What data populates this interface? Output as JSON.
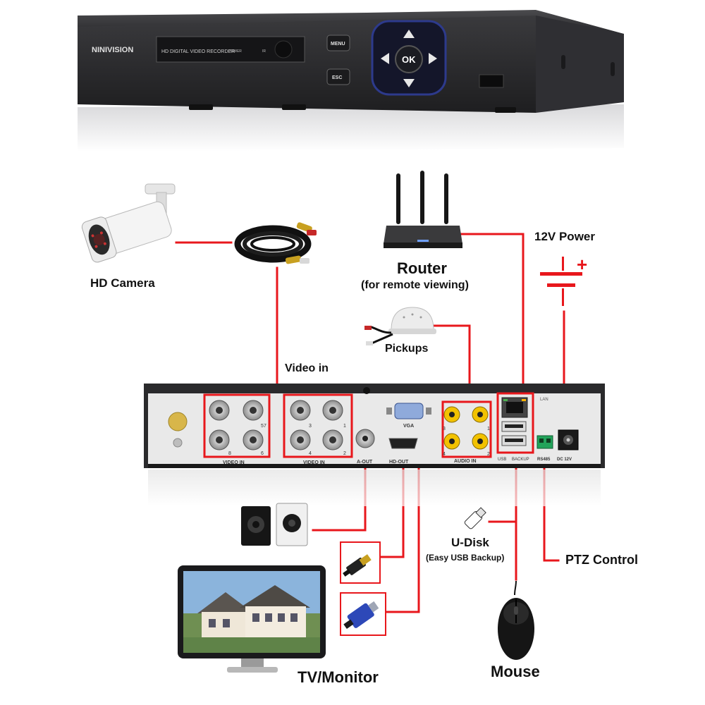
{
  "dvr_front": {
    "brand": "NINIVISION",
    "panel_text": "HD DIGITAL VIDEO RECORDER",
    "power_text": "POWER",
    "ir_text": "IR",
    "menu_label": "MENU",
    "esc_label": "ESC",
    "ok_label": "OK"
  },
  "labels": {
    "hd_camera": "HD Camera",
    "router_title": "Router",
    "router_sub": "(for remote viewing)",
    "power_12v": "12V Power",
    "pickups": "Pickups",
    "video_in": "Video in",
    "udisk": "U-Disk",
    "udisk_sub": "(Easy USB Backup)",
    "ptz": "PTZ Control",
    "mouse": "Mouse",
    "tv_monitor": "TV/Monitor"
  },
  "power_symbol": {
    "plus": "+"
  },
  "dvr_back": {
    "video_in_left": "VIDEO IN",
    "video_in_right": "VIDEO IN",
    "bnc_left_numbers": [
      "7",
      "5",
      "8",
      "6"
    ],
    "bnc_right_numbers": [
      "3",
      "1",
      "4",
      "2"
    ],
    "a_out": "A-OUT",
    "hd_out": "HD-OUT",
    "vga": "VGA",
    "audio_in": "AUDIO IN",
    "audio_numbers": [
      "3",
      "1",
      "4",
      "2"
    ],
    "lan": "LAN",
    "usb": "USB",
    "backup": "BACKUP",
    "rs485": "RS485",
    "dc12v": "DC 12V"
  },
  "colors": {
    "wire": "#e8171c",
    "dvr_body": "#2a2a2c",
    "back_panel": "#e9e9e9",
    "bnc_metal": "#c9c9c9",
    "rca_yellow": "#f2c200",
    "terminal_green": "#22a35a"
  }
}
